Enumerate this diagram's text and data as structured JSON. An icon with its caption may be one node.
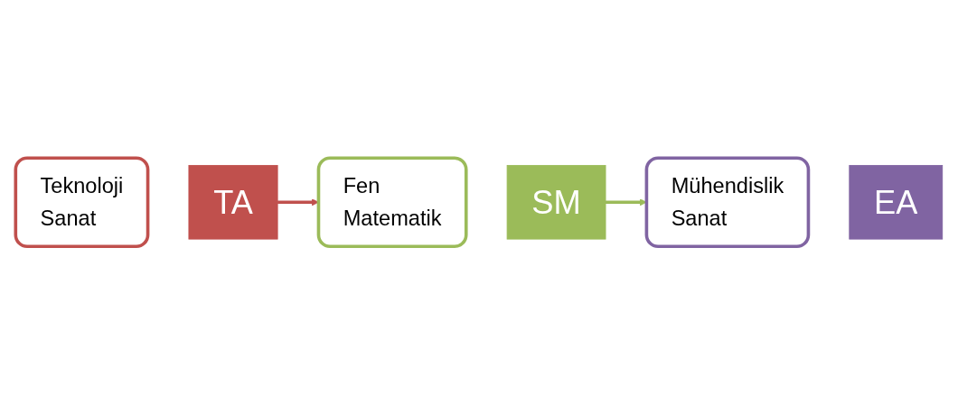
{
  "diagram": {
    "nodes": [
      {
        "text": [
          "Teknoloji",
          "Sanat"
        ]
      },
      {
        "text": [
          "TA"
        ]
      },
      {
        "text": [
          "Fen",
          "Matematik"
        ]
      },
      {
        "text": [
          "SM"
        ]
      },
      {
        "text": [
          "Mühendislik",
          "Sanat"
        ]
      },
      {
        "text": [
          "EA"
        ]
      }
    ],
    "edges": [
      {
        "from": 1,
        "to": 2,
        "arrow": "to",
        "color": "#c0504d"
      },
      {
        "from": 3,
        "to": 4,
        "arrow": "to",
        "color": "#9bbb59"
      }
    ]
  }
}
